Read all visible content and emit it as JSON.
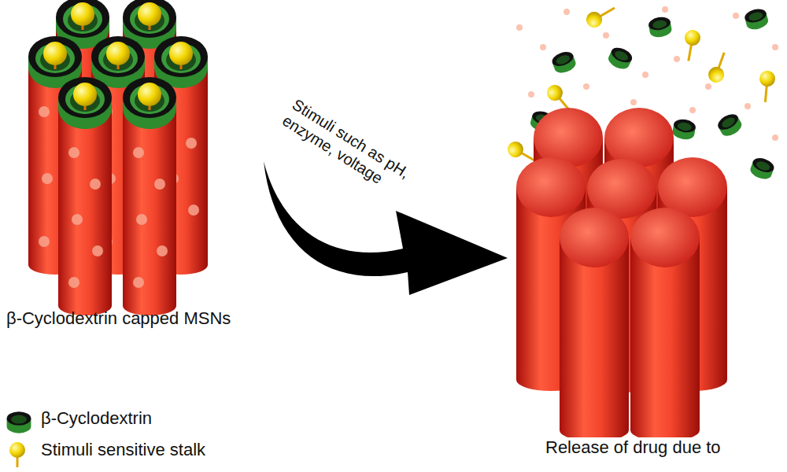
{
  "diagram": {
    "labels": [
      "β-Cyclodextrin capped MSNs",
      "Stimuli such as pH, enzyme, voltage",
      "Release of drug due to"
    ],
    "legend": [
      {
        "text": "β-Cyclodextrin"
      },
      {
        "text": "Stimuli sensitive stalk"
      }
    ]
  }
}
